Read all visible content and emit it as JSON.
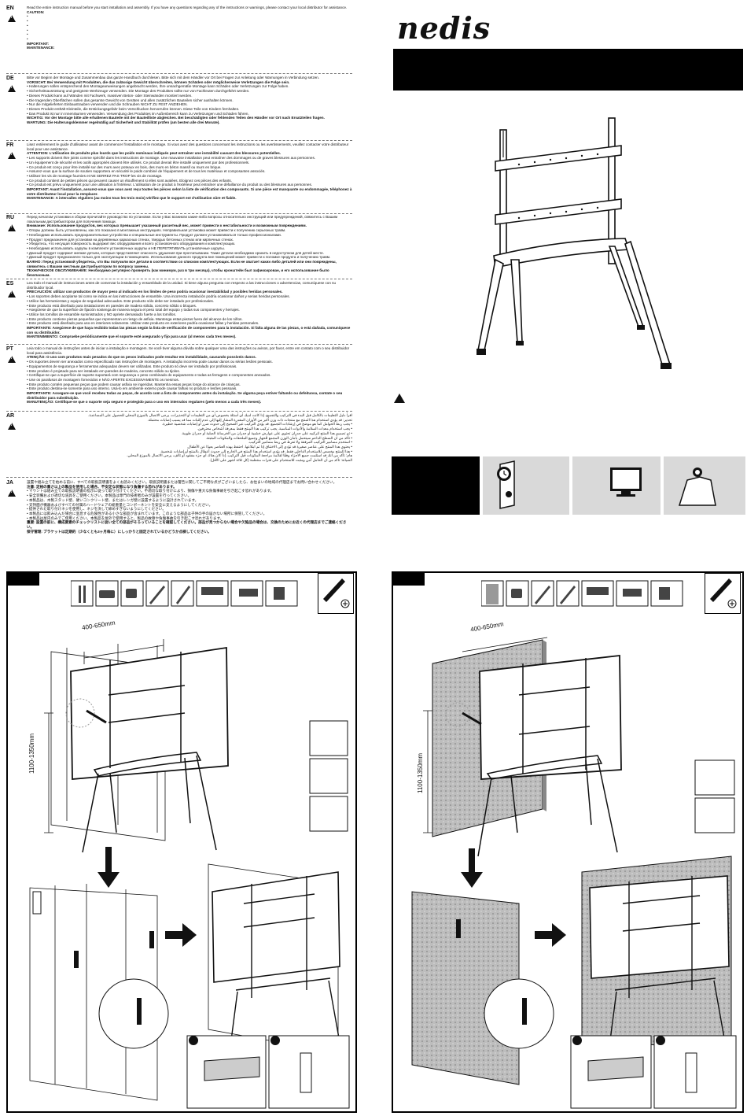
{
  "brand": {
    "logo": "nedis"
  },
  "languages": [
    {
      "code": "EN",
      "lines": [
        "Read the entire instruction manual before you start installation and assembly. If you have any questions regarding any of the instructions or warnings, please contact your local distributor for assistance.",
        "CAUTION:",
        "•",
        "•",
        "•",
        "•",
        "•",
        "•",
        "IMPORTANT:",
        "MAINTENANCE:"
      ]
    },
    {
      "code": "DE",
      "lines": [
        "Bitte vor Beginn der Montage und Zusammenbau das ganze Handbuch durchlesen. Bitte sich mit dem Händler vor Ort bei Fragen zur Anleitung oder Warnungen in Verbindung setzen.",
        "VORSICHT: Bei Verwendung mit Produkten, die das zulässige Gewicht überschreiten, können Schäden oder möglicherweise Verletzungen die Folge sein.",
        "• Halterungen sollen entsprechend den Montageanweisungen angebracht werden, Ihre unsachgemäße Montage kann Schäden oder Verletzungen zur Folge haben.",
        "• Sicherheitsausrüstung und geeignete Werkzeuge verwenden. Die Montage des Produktes sollte nur von Fachleuten durchgeführt werden.",
        "• Dieses Produkt kann auf Wänden mit Fachwerk, massiven Beton- oder Steinwänden montiert werden.",
        "• Die tragenden Oberflächen sollen das gesamte Gewicht von Geräten und allen zusätzlichen Bauteilen sicher aushalten können.",
        "• Nur die mitgelieferten Einbaustrauben verwenden und die Schrauben NICHT ZU FEST ANZIEHEN.",
        "• Dieses Produkt enthält Kleinteile, die Erstickungsgefahr beim Verschlucken hervorrufen können. Diese Teile von Kindern fernhalten.",
        "• Das Produkt ist nur in Innenräumen verwenden. Verwendung des Produktes im Außenbereich kann zu Verletzungen und Schäden führen.",
        "WICHTIG: Vor der Montage bitte alle erhaltenen Bauteile mit der Bauteilliste abgleichen. Bei beschädigten oder fehlenden Teilen den Händler vor Ort nach Ersatzteilen fragen.",
        "WARTUNG: Die Halterungsklemmer regelmäßig auf Sicherheit und Stabilität prüfen (am besten alle drei Monate)."
      ]
    },
    {
      "code": "FR",
      "lines": [
        "Lisez entièrement le guide d'utilisateur avant de commencer l'installation et le montage. Si vous avez des questions concernant les instructions ou les avertissements, veuillez contacter votre distributeur local pour une assistance.",
        "ATTENTION: L'utilisation de produits plus lourds que les poids nominaux indiqués peut entraîner une instabilité causant des blessures potentielles.",
        "• Les supports doivent être joints comme spécifié dans les instructions de montage. Une mauvaise installation peut entraîner des dommages ou de graves blessures aux personnes.",
        "• Un équipement de sécurité et les outils appropriés doivent être utilisés. Ce produit devrait être installé uniquement par des professionnels.",
        "• Ce produit est conçu pour être installé sur des murs avec poteaux en bois, des murs en béton massif ou murs en brique.",
        "• Assurez-vous que la surface de soutien supportera en sécurité le poids combiné de l'équipement et de tous les matériaux et composantes associés.",
        "• Utilisez les vis de montage fournies et NE SERREZ PAS TROP les vis de montage.",
        "• Ce produit contient de petites pièces qui peuvent causer un étouffement si elles sont avalées. Eloignez ces pièces des enfants.",
        "• Ce produit est prévu uniquement pour une utilisation à l'intérieur. L'utilisation de ce produit à l'extérieur peut entraîner une défaillance du produit ou des blessures aux personnes.",
        "IMPORTANT: Avant l'installation, assurez-vous que vous avez reçu toutes les pièces selon la liste de vérification des composants. Si une pièce est manquante ou endommagée, téléphonez à votre distributeur local pour la remplacer.",
        "MAINTENANCE: A intervalles réguliers (au moins tous les trois mois) vérifiez que le support est d'utilisation sûre et fiable."
      ]
    },
    {
      "code": "RU",
      "lines": [
        "Перед началом установки и сборки прочитайте руководство по установке. Если у Вас возникли какие-либо вопросы относительно инструкций или предупреждений, свяжитесь с Вашим локальным дистрибьютором для получения помощи.",
        "Внимание: Использование продуктов, вес которых превышает указанный расчетный вес, может привести к нестабильности и возможным повреждениям.",
        "• Опоры должны быть установлены, как это показано в монтажных инструкциях. Неправильная установка может привести к получению серьезных травм.",
        "• Необходимо использовать предохранительные устройства и специальные инструменты. Продукт должен устанавливаться только профессионалами.",
        "• Продукт предназначен для установки на деревянных каркасных стенах, твердых бетонных стенах или кирпичных стенах.",
        "• Убедитесь, что несущая поверхность выдержит вес оборудования и всего установочного оборудования и комплектующих.",
        "• Необходимо использовать шурупы в комплекте установочных шурупы и НЕ ПЕРЕТЯГИВАТЬ установочные шурупы.",
        "• Данный продукт содержит мелкие детали, которые представляют опасность удушения при проглатывании. Такие детали необходимо хранить в недоступном для детей месте.",
        "• Данный продукт предназначен только для эксплуатации в помещениях. Использование данного продукта вне помещений может привести к поломке продукта и получению травм.",
        "ВАЖНО: Перед установкой убедитесь, что Вы получили все детали в соответствии со списком комплектующих. Если не хватает каких-либо деталей или они повреждены, свяжитесь с Вашим местным дистрибьютором по вопросу замены.",
        "ТЕХНИЧЕСКОЕ ОБСЛУЖИВАНИЕ: Необходимо регулярно проверять (как минимум, раз в три месяца), чтобы кронштейн был зафиксирован, и его использование было безопасным."
      ]
    },
    {
      "code": "ES",
      "lines": [
        "Lea todo el manual de instrucciones antes de comenzar la instalación y ensamblado de la unidad. Si tiene alguna pregunta con respecto a las instrucciones o advertencias, comuníquese con su distribuidor local.",
        "PRECAUCIÓN: utilizar con productos de mayor peso al indicado en los límites de peso podría ocasionar inestabilidad y posibles heridas personales.",
        "• Los soportes deben acoplarse tal como se indica en las instrucciones de ensamble. Una incorrecta instalación podría ocasionar daños y serias heridas personales.",
        "• Utilice las herramientas y equipo de seguridad adecuados. Este producto sólo debe ser instalado por profesionales.",
        "• Este producto está diseñado para instalaciones en paredes de madera sólida, concreto sólido o bloques.",
        "• Asegúrese de que la superficie de fijación sostenga de manera segura el peso total del equipo y todas sus componentes y herrajes.",
        "• Utilice los tornillos de ensamble suministrados y NO apriete demasiado fuerte a los tornillos.",
        "• Este producto contiene piezas pequeñas que representan un riesgo de asfixia. Mantenga estas piezas fuera del alcance de los niños.",
        "• Este producto está diseñado para uso en interiores solamente. Utilizar este producto en exteriores podría ocasionar fallas y heridas personales.",
        "IMPORTANTE: Asegúrese de que haya recibido todas las piezas según la lista de verificación de componentes para la instalación. Si falta alguna de las piezas, o está dañada, comuníquese con su distribuidor.",
        "MANTENIMIENTO: Compruebe periódicamente que el soporte esté asegurado y fijo para usar (al menos cada tres meses)."
      ]
    },
    {
      "code": "PT",
      "lines": [
        "Leia todo o manual de instruções antes de iniciar a instalação e montagem. Se você tiver alguma dúvida sobre qualquer uma das instruções ou avisos, por favor, entre em contato com o seu distribuidor local para assistência.",
        "ATENÇÃO: O uso com produtos mais pesados do que os pesos indicados pode resultar em instabilidade, causando possíveis danos.",
        "• Os suportes devem ser anexados como especificado nas instruções de montagem. A instalação incorreta pode causar danos ou sérias lesões pessoais.",
        "• Equipamentos de segurança e ferramentas adequadas devem ser utilizadas. Este produto só deve ser instalado por profissionais.",
        "• Este produto é projetado para ser instalado em paredes de madeira, concreto sólido ou tijolos.",
        "• Certifique-se que a superfície de suporte suportará com segurança o peso combinado do equipamento e todas as ferragens e componentes anexados.",
        "• Use os parafusos de montagem fornecidos e NÃO APERTE EXCESSIVAMENTE os mesmos.",
        "• Este produto contém pequenas peças que podem causar asfixia se ingeridas. Mantenha essas peças longe do alcance de crianças.",
        "• Este produto destina-se somente para uso interno. Usá-lo em ambiente externo pode causar falhas no produto e lesões pessoais.",
        "IMPORTANTE: Assegure-se que você recebeu todas as peças, de acordo com a lista de componentes antes da instalação. Se alguma peça estiver faltando ou defeituosa, contate o seu distribuidor para substituição.",
        "MANUTENÇÃO: Certifique-se que o suporte seja seguro e protegido para o uso em intervalos regulares (pelo menos a cada três meses)."
      ]
    },
    {
      "code": "AR",
      "lines": [
        "اقرأ دليل التعليمات بالكامل قبل البدء في التركيب والتجميع. إذا كانت لديك أي أسئلة بخصوص أي من التعليمات أو التحذيرات، يرجى الاتصال بالموزع المحلي للحصول على المساعدة.",
        "تحذير: قد يؤدي استخدام هذا المنتج مع منتجات ذات وزن أكبر من الأوزان المقدرة المشار إليها إلى عدم الثبات مما قد يسبب إصابات محتملة.",
        "• يجب ربط الحوامل كما هو موضح في إرشادات التجميع. قد يؤدي التركيب غير الصحيح إلى حدوث ضرر أو إصابات شخصية خطيرة.",
        "• يجب استخدام معدات السلامة والأدوات المناسبة. يجب تركيب هذا المنتج فقط بمعرفة أشخاص محترفين.",
        "• تم تصميم هذا المنتج لتركيبه على جدران تحتوي على عوارض خشبية أو جدران من الخرسانة الصلبة أو جدران طوبية.",
        "• تأكد من أن السطح الداعم سيتحمل بأمان الوزن المجمع للجهاز وجميع الملحقات والمكونات المثبتة.",
        "• استخدم مسامير التركيب المرفقة ولا تفرط في ربط مسامير التركيب.",
        "• يحتوي هذا المنتج على عناصر صغيرة قد تؤدي إلى الاختناق إذا تم ابتلاعها. احتفظ بهذه العناصر بعيدًا عن الأطفال.",
        "• هذا المنتج مخصص للاستخدام الداخلي فقط. قد يؤدي استخدام هذا المنتج في الخارج إلى حدوث أعطال بالمنتج أو إصابات شخصية.",
        "هام: تأكد من أنك قد استلمت جميع الأجزاء وفقًا لقائمة مراجعة المكونات قبل التركيب. إذا كان هناك أي جزء مفقود أو تالف، يرجى الاتصال بالموزع المحلي.",
        "الصيانة: تأكد من أن الحامل آمن ومثبت للاستخدام على فترات منتظمة (كل ثلاثة أشهر على الأقل)."
      ]
    },
    {
      "code": "JA",
      "lines": [
        "設置や組み立てを始める前に、すべての取扱説明書をよくお読みください。取扱説明書または警告に関してご不明な点がございましたら、お住まいの地域の代理店までお問い合わせください。",
        "注意: 定格の重さ以上の製品を使用した場合、不安定な状態になり負傷する恐れがあります。",
        "• マウントは組み立ての取扱説明書の指示に従って取り付けてください。不適切な取り付けにより、損傷や重大な負傷事故を引き起こす恐れがあります。",
        "• 安全装備および適切な道具をご使用ください。本製品は専門の技術者のみが設置を行ってください。",
        "• 本製品は、木製スタッド壁、硬いコンクリート壁、またはレンガ壁に設置するように設計されています。",
        "• 支持面が機器およびすべての付属のハードウェアの総重量とコンポーネントを安全に支えるようにしてください。",
        "• 提供された取り付けネジを使用し、ネジを決して締めすぎないようにしてください。",
        "• 本製品には飲み込んだ場合に窒息する危険性がある小さな部品が含まれています。このような部品は子供の手の届かない場所に保管してください。",
        "• 本製品は屋内のみでご使用ください。本製品を屋外で使用すると、製品の故障や負傷事故を引き起こす恐れがあります。",
        "重要: 設置の前に、構成要素のチェックリストに従い全ての部品がそろっていることを確認してください。部品が見つからない場合や欠陥品の場合は、交換のためにお近くの代理店までご連絡ください。",
        "保守管理: ブラケットは定期的（少なくとも3ヶ月毎に）にしっかりと固定されているかどうか点検してください。"
      ]
    }
  ],
  "dimensions": {
    "panel1_width": "400-650mm",
    "panel1_height": "1100-1350mm",
    "panel2_width": "400-650mm",
    "panel2_height": "1100-1350mm"
  },
  "icons": {
    "warning": "warning-triangle-icon",
    "max_vesa": "vesa-pattern-icon",
    "tv": "tv-icon",
    "weight": "weight-icon",
    "screwdriver": "phillips-screwdriver-icon"
  },
  "colors": {
    "ink": "#111111",
    "band": "#000000",
    "icon_bg": "#d9d9d9",
    "wall": "#bdbdbd"
  }
}
